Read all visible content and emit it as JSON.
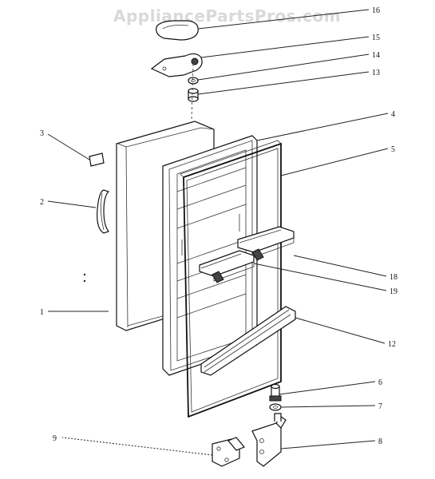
{
  "watermark": "AppliancePartsPros.com",
  "callouts": [
    "1",
    "2",
    "3",
    "4",
    "5",
    "6",
    "7",
    "8",
    "9",
    "12",
    "13",
    "14",
    "15",
    "16",
    "18",
    "19"
  ]
}
